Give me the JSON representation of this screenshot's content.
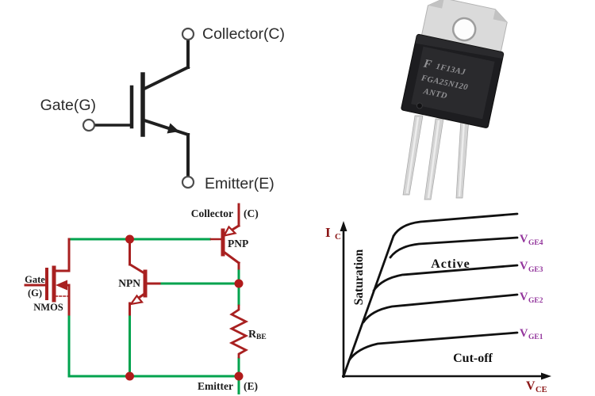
{
  "page": {
    "background": "#ffffff"
  },
  "igbt_symbol": {
    "collector_label": "Collector(C)",
    "gate_label": "Gate(G)",
    "emitter_label": "Emitter(E)"
  },
  "package_photo": {
    "logo": "F",
    "marking_line1": "1F13AJ",
    "marking_line2": "FGA25N120",
    "marking_line3": "ANTD"
  },
  "equivalent_circuit": {
    "collector_label": "Collector",
    "collector_pin": "(C)",
    "pnp_label": "PNP",
    "npn_label": "NPN",
    "gate_label": "Gate",
    "gate_pin": "(G)",
    "nmos_label": "NMOS",
    "resistor_name": "R",
    "resistor_sub": "BE",
    "emitter_label": "Emitter",
    "emitter_pin": "(E)",
    "wire_color": "#00a34e",
    "component_color": "#a82020",
    "junction_color": "#b01b1b"
  },
  "output_characteristics": {
    "y_axis_main": "I",
    "y_axis_sub": "C",
    "x_axis_main": "V",
    "x_axis_sub": "CE",
    "region_saturation": "Saturation",
    "region_active": "Active",
    "region_cutoff": "Cut-off",
    "curve_labels": [
      {
        "v": "V",
        "sub": "GE4"
      },
      {
        "v": "V",
        "sub": "GE3"
      },
      {
        "v": "V",
        "sub": "GE2"
      },
      {
        "v": "V",
        "sub": "GE1"
      }
    ],
    "curve_label_color": "#93359c",
    "axis_label_color": "#8b1616"
  },
  "chart_data": {
    "type": "line",
    "title": "IGBT output characteristics (qualitative sketch, axes unlabeled)",
    "xlabel": "VCE",
    "ylabel": "IC",
    "x_range": [
      0,
      10
    ],
    "y_range": [
      0,
      10
    ],
    "grid": false,
    "legend_position": "right-of-curves",
    "region_labels": [
      "Saturation",
      "Active",
      "Cut-off"
    ],
    "series": [
      {
        "name": "top curve (unlabeled)",
        "points": [
          [
            0,
            0
          ],
          [
            2.4,
            9.2
          ],
          [
            3.7,
            10.2
          ],
          [
            8.4,
            10.7
          ]
        ]
      },
      {
        "name": "VGE4",
        "points": [
          [
            0,
            0
          ],
          [
            2.25,
            7.9
          ],
          [
            3.6,
            8.7
          ],
          [
            8.4,
            9.1
          ]
        ]
      },
      {
        "name": "VGE3",
        "points": [
          [
            0,
            0
          ],
          [
            1.4,
            5.6
          ],
          [
            2.8,
            6.7
          ],
          [
            8.4,
            7.3
          ]
        ]
      },
      {
        "name": "VGE2",
        "points": [
          [
            0,
            0
          ],
          [
            0.95,
            3.5
          ],
          [
            2.3,
            4.6
          ],
          [
            8.4,
            5.4
          ]
        ]
      },
      {
        "name": "VGE1",
        "points": [
          [
            0,
            0
          ],
          [
            0.27,
            1.0
          ],
          [
            1.6,
            2.1
          ],
          [
            8.4,
            2.9
          ]
        ]
      }
    ],
    "notes": "All curves rise along one shared steep saturation line from the origin, then bend into gently rising flat (active-region) segments."
  }
}
